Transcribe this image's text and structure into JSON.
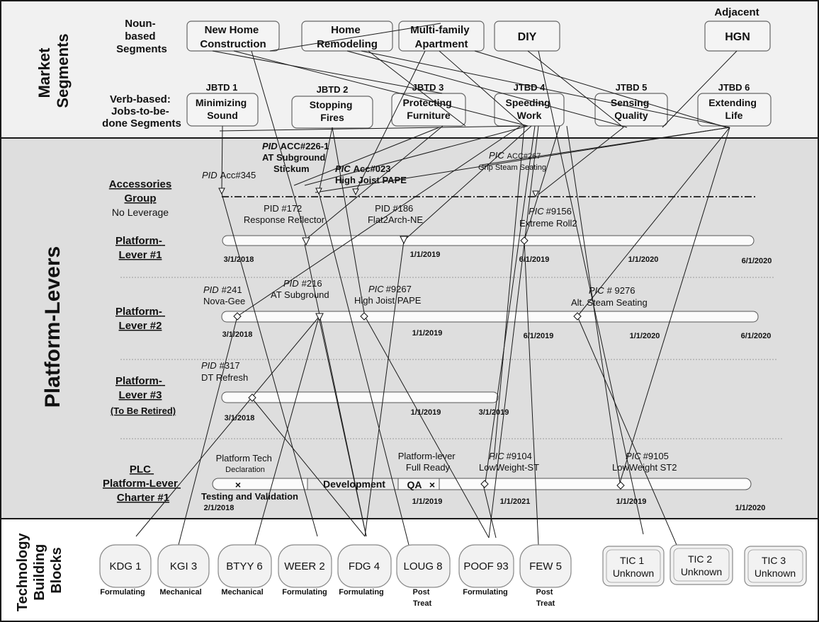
{
  "sections": {
    "market_segments": "Market Segments",
    "market_segments_line1": "Market",
    "market_segments_line2": "Segments",
    "platform_levers": "Platform-Levers",
    "tbb_line1": "Technology",
    "tbb_line2": "Building",
    "tbb_line3": "Blocks"
  },
  "noun_label": [
    "Noun-",
    "based",
    "Segments"
  ],
  "verb_label": [
    "Verb-based:",
    "Jobs-to-be-",
    "done Segments"
  ],
  "adjacent_label": "Adjacent",
  "noun_segments": [
    {
      "id": "nhc",
      "lines": [
        "New Home",
        "Construction"
      ]
    },
    {
      "id": "hr",
      "lines": [
        "Home",
        "Remodeling"
      ]
    },
    {
      "id": "mfa",
      "lines": [
        "Multi-family",
        "Apartment"
      ]
    },
    {
      "id": "diy",
      "lines": [
        "DIY"
      ]
    },
    {
      "id": "hgn",
      "lines": [
        "HGN"
      ]
    }
  ],
  "jtbd": [
    {
      "id": "j1",
      "tag": "JBTD 1",
      "lines": [
        "Minimizing",
        "Sound"
      ]
    },
    {
      "id": "j2",
      "tag": "JBTD 2",
      "lines": [
        "Stopping",
        "Fires"
      ]
    },
    {
      "id": "j3",
      "tag": "JBTD 3",
      "lines": [
        "Protecting",
        "Furniture"
      ]
    },
    {
      "id": "j4",
      "tag": "JTBD 4",
      "lines": [
        "Speeding",
        "Work"
      ]
    },
    {
      "id": "j5",
      "tag": "JTBD 5",
      "lines": [
        "Sensing",
        "Quality"
      ]
    },
    {
      "id": "j6",
      "tag": "JTBD 6",
      "lines": [
        "Extending",
        "Life"
      ]
    }
  ],
  "accessories": {
    "title": "Accessories",
    "title2": "Group",
    "subtitle": "No Leverage",
    "items": [
      {
        "type": "PID",
        "lines": [
          "Acc#345"
        ]
      },
      {
        "type": "PID",
        "lines": [
          "ACC#226-1",
          "AT Subground",
          "Stickum"
        ]
      },
      {
        "type": "PIC",
        "lines": [
          "Acc#023",
          "High Joist PAPE"
        ]
      },
      {
        "type": "PIC",
        "lines": [
          "ACC#267",
          "Grip Steam Seating"
        ]
      }
    ]
  },
  "lever1": {
    "title": [
      "Platform-",
      "Lever #1"
    ],
    "projects": [
      {
        "type": "",
        "lines": [
          "PID #172",
          "Response Reflector"
        ]
      },
      {
        "type": "",
        "lines": [
          "PID #186",
          "Flat2Arch-NE"
        ]
      },
      {
        "type": "PIC",
        "lines": [
          "#9156",
          "Extreme Roll2"
        ]
      }
    ],
    "dates": [
      "3/1/2018",
      "1/1/2019",
      "6/1/2019",
      "1/1/2020",
      "6/1/2020"
    ]
  },
  "lever2": {
    "title": [
      "Platform-",
      "Lever #2"
    ],
    "projects": [
      {
        "type": "PID",
        "lines": [
          "#241",
          "Nova-Gee"
        ]
      },
      {
        "type": "PID",
        "lines": [
          "#216",
          "AT Subground"
        ]
      },
      {
        "type": "PIC",
        "lines": [
          "#9267",
          "High Joist PAPE"
        ]
      },
      {
        "type": "PIC",
        "lines": [
          "# 9276",
          "Alt. Steam Seating"
        ]
      }
    ],
    "dates": [
      "3/1/2018",
      "1/1/2019",
      "6/1/2019",
      "1/1/2020",
      "6/1/2020"
    ]
  },
  "lever3": {
    "title": [
      "Platform-",
      "Lever #3"
    ],
    "subtitle": "(To Be Retired)",
    "projects": [
      {
        "type": "PID",
        "lines": [
          "#317",
          "DT Refresh"
        ]
      }
    ],
    "dates": [
      "3/1/2018",
      "1/1/2019",
      "3/1/2019"
    ]
  },
  "plc": {
    "title": [
      "PLC",
      "Platform-Lever",
      "Charter #1"
    ],
    "platform_tech": [
      "Platform Tech",
      "Declaration"
    ],
    "testing": "Testing and Validation",
    "development": "Development",
    "qa": "QA",
    "full_ready": [
      "Platform-lever",
      "Full Ready"
    ],
    "projects": [
      {
        "type": "PIC",
        "lines": [
          "#9104",
          "LowWeight-ST"
        ]
      },
      {
        "type": "PIC",
        "lines": [
          "#9105",
          "LowWeight ST2"
        ]
      }
    ],
    "dates": [
      "2/1/2018",
      "1/1/2019",
      "1/1/2021",
      "1/1/2019",
      "1/1/2020"
    ]
  },
  "tbb": [
    {
      "id": "kdg1",
      "name": "KDG 1",
      "type": [
        "Formulating"
      ]
    },
    {
      "id": "kgi3",
      "name": "KGI 3",
      "type": [
        "Mechanical"
      ]
    },
    {
      "id": "btyy6",
      "name": "BTYY 6",
      "type": [
        "Mechanical"
      ]
    },
    {
      "id": "weer2",
      "name": "WEER 2",
      "type": [
        "Formulating"
      ]
    },
    {
      "id": "fdg4",
      "name": "FDG 4",
      "type": [
        "Formulating"
      ]
    },
    {
      "id": "loug8",
      "name": "LOUG 8",
      "type": [
        "Post",
        "Treat"
      ]
    },
    {
      "id": "poof93",
      "name": "POOF 93",
      "type": [
        "Formulating"
      ]
    },
    {
      "id": "few5",
      "name": "FEW 5",
      "type": [
        "Post",
        "Treat"
      ]
    }
  ],
  "tic": [
    {
      "id": "tic1",
      "lines": [
        "TIC 1",
        "Unknown"
      ]
    },
    {
      "id": "tic2",
      "lines": [
        "TIC 2",
        "Unknown"
      ]
    },
    {
      "id": "tic3",
      "lines": [
        "TIC 3",
        "Unknown"
      ]
    }
  ],
  "colors": {
    "band_top": "#f1f1f1",
    "band_middle": "#dedede",
    "band_bottom": "#ffffff",
    "frame": "#1a1a1a"
  }
}
